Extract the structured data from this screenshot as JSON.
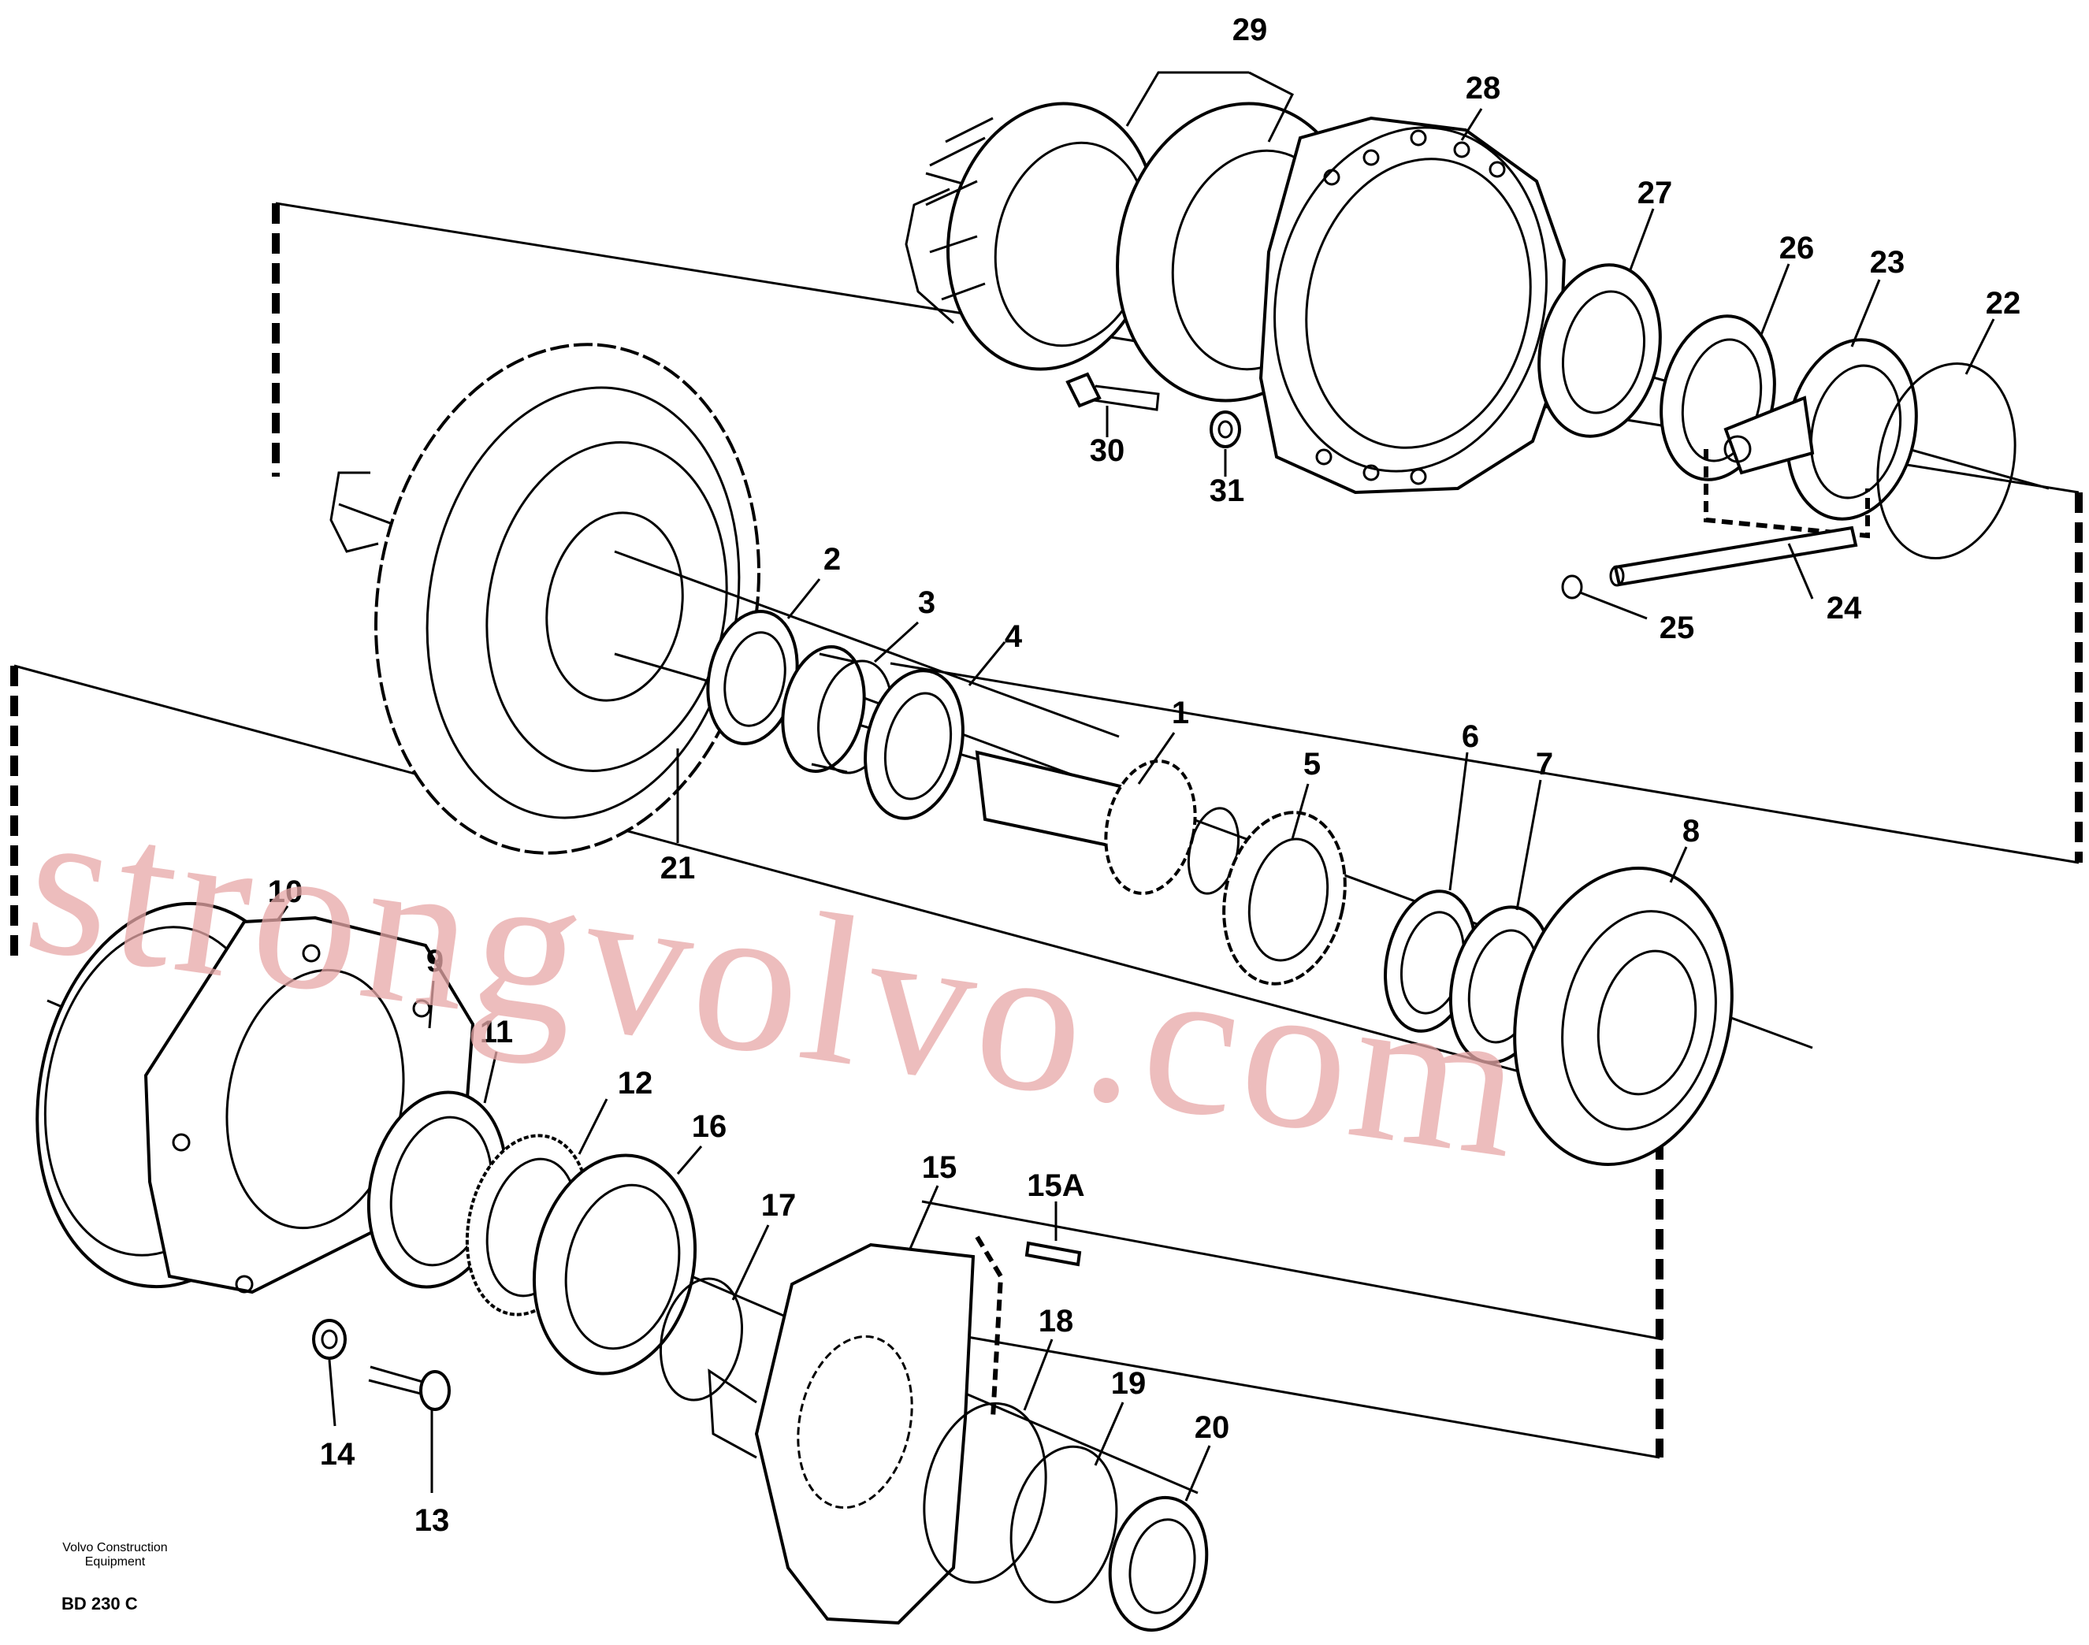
{
  "callouts": [
    {
      "id": "c1",
      "text": "1"
    },
    {
      "id": "c2",
      "text": "2"
    },
    {
      "id": "c3",
      "text": "3"
    },
    {
      "id": "c4",
      "text": "4"
    },
    {
      "id": "c5",
      "text": "5"
    },
    {
      "id": "c6",
      "text": "6"
    },
    {
      "id": "c7",
      "text": "7"
    },
    {
      "id": "c8",
      "text": "8"
    },
    {
      "id": "c9",
      "text": "9"
    },
    {
      "id": "c10",
      "text": "10"
    },
    {
      "id": "c11",
      "text": "11"
    },
    {
      "id": "c12",
      "text": "12"
    },
    {
      "id": "c13",
      "text": "13"
    },
    {
      "id": "c14",
      "text": "14"
    },
    {
      "id": "c15",
      "text": "15"
    },
    {
      "id": "c15a",
      "text": "15A"
    },
    {
      "id": "c16",
      "text": "16"
    },
    {
      "id": "c17",
      "text": "17"
    },
    {
      "id": "c18",
      "text": "18"
    },
    {
      "id": "c19",
      "text": "19"
    },
    {
      "id": "c20",
      "text": "20"
    },
    {
      "id": "c21",
      "text": "21"
    },
    {
      "id": "c22",
      "text": "22"
    },
    {
      "id": "c23",
      "text": "23"
    },
    {
      "id": "c24",
      "text": "24"
    },
    {
      "id": "c25",
      "text": "25"
    },
    {
      "id": "c26",
      "text": "26"
    },
    {
      "id": "c27",
      "text": "27"
    },
    {
      "id": "c28",
      "text": "28"
    },
    {
      "id": "c29",
      "text": "29"
    },
    {
      "id": "c30",
      "text": "30"
    },
    {
      "id": "c31",
      "text": "31"
    }
  ],
  "footer": {
    "company_line1": "Volvo Construction",
    "company_line2": "Equipment",
    "drawing_code": "BD 230 C"
  },
  "watermark": "strongvolvo.com"
}
